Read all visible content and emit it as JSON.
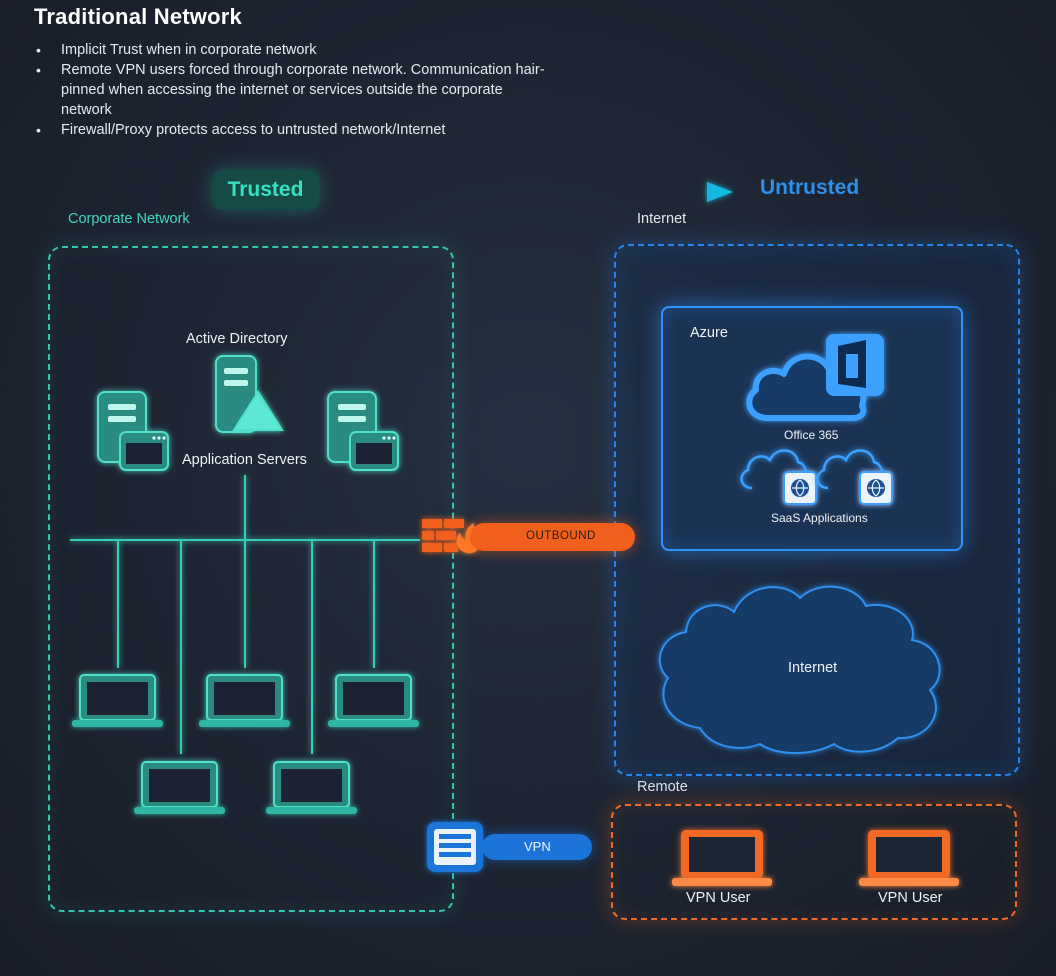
{
  "title": "Traditional Network",
  "bullets": [
    "Implicit Trust when in corporate network",
    "Remote VPN users forced through corporate network. Communication hair-pinned when accessing the internet or services outside the corporate network",
    "Firewall/Proxy protects access to untrusted network/Internet"
  ],
  "trust": {
    "trusted": "Trusted",
    "untrusted": "Untrusted"
  },
  "zones": {
    "corporate": "Corporate Network",
    "internet": "Internet",
    "remote": "Remote"
  },
  "corp": {
    "active_directory": "Active Directory",
    "app_servers": "Application Servers"
  },
  "cloud": {
    "azure": "Azure",
    "office": "Office 365",
    "saas": "SaaS Applications",
    "internet": "Internet"
  },
  "links": {
    "outbound": "OUTBOUND",
    "vpn": "VPN"
  },
  "remote": {
    "user1": "VPN User",
    "user2": "VPN User"
  },
  "colors": {
    "teal": "#2fc7b0",
    "blue": "#2386f0",
    "orange": "#f06a25",
    "background": "#1d2431"
  }
}
